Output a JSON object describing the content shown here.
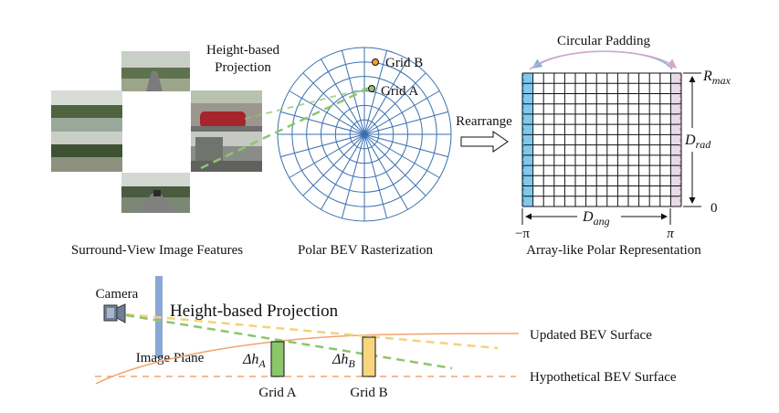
{
  "top": {
    "projection_label_line1": "Height-based",
    "projection_label_line2": "Projection",
    "grid_b_label": "Grid B",
    "grid_a_label": "Grid A",
    "rearrange_label": "Rearrange",
    "circular_padding_label": "Circular Padding",
    "rmax_label_main": "R",
    "rmax_label_sub": "max",
    "drad_label_main": "D",
    "drad_label_sub": "rad",
    "zero_label": "0",
    "neg_pi_label": "−π",
    "pi_label": "π",
    "dang_label_main": "D",
    "dang_label_sub": "ang",
    "caption_features": "Surround-View Image Features",
    "caption_polar": "Polar BEV Rasterization",
    "caption_array": "Array-like Polar Representation"
  },
  "bottom": {
    "camera_label": "Camera",
    "image_plane_label": "Image Plane",
    "projection_title": "Height-based Projection",
    "updated_surface_label": "Updated BEV Surface",
    "hypothetical_surface_label": "Hypothetical BEV Surface",
    "delta_a_prefix": "Δh",
    "delta_a_sub": "A",
    "delta_b_prefix": "Δh",
    "delta_b_sub": "B",
    "grid_a_label": "Grid A",
    "grid_b_label": "Grid B"
  },
  "colors": {
    "polar_grid": "#3a6fb0",
    "green_ray": "#8cc66a",
    "yellow_ray": "#f5d27a",
    "surface": "#f2a36e",
    "image_plane": "#8aa8d6",
    "grid_a_fill": "#8cc66a",
    "grid_b_fill": "#f7d67e",
    "pad_left": "#7ec8ee",
    "pad_right": "#e7dbe8"
  }
}
